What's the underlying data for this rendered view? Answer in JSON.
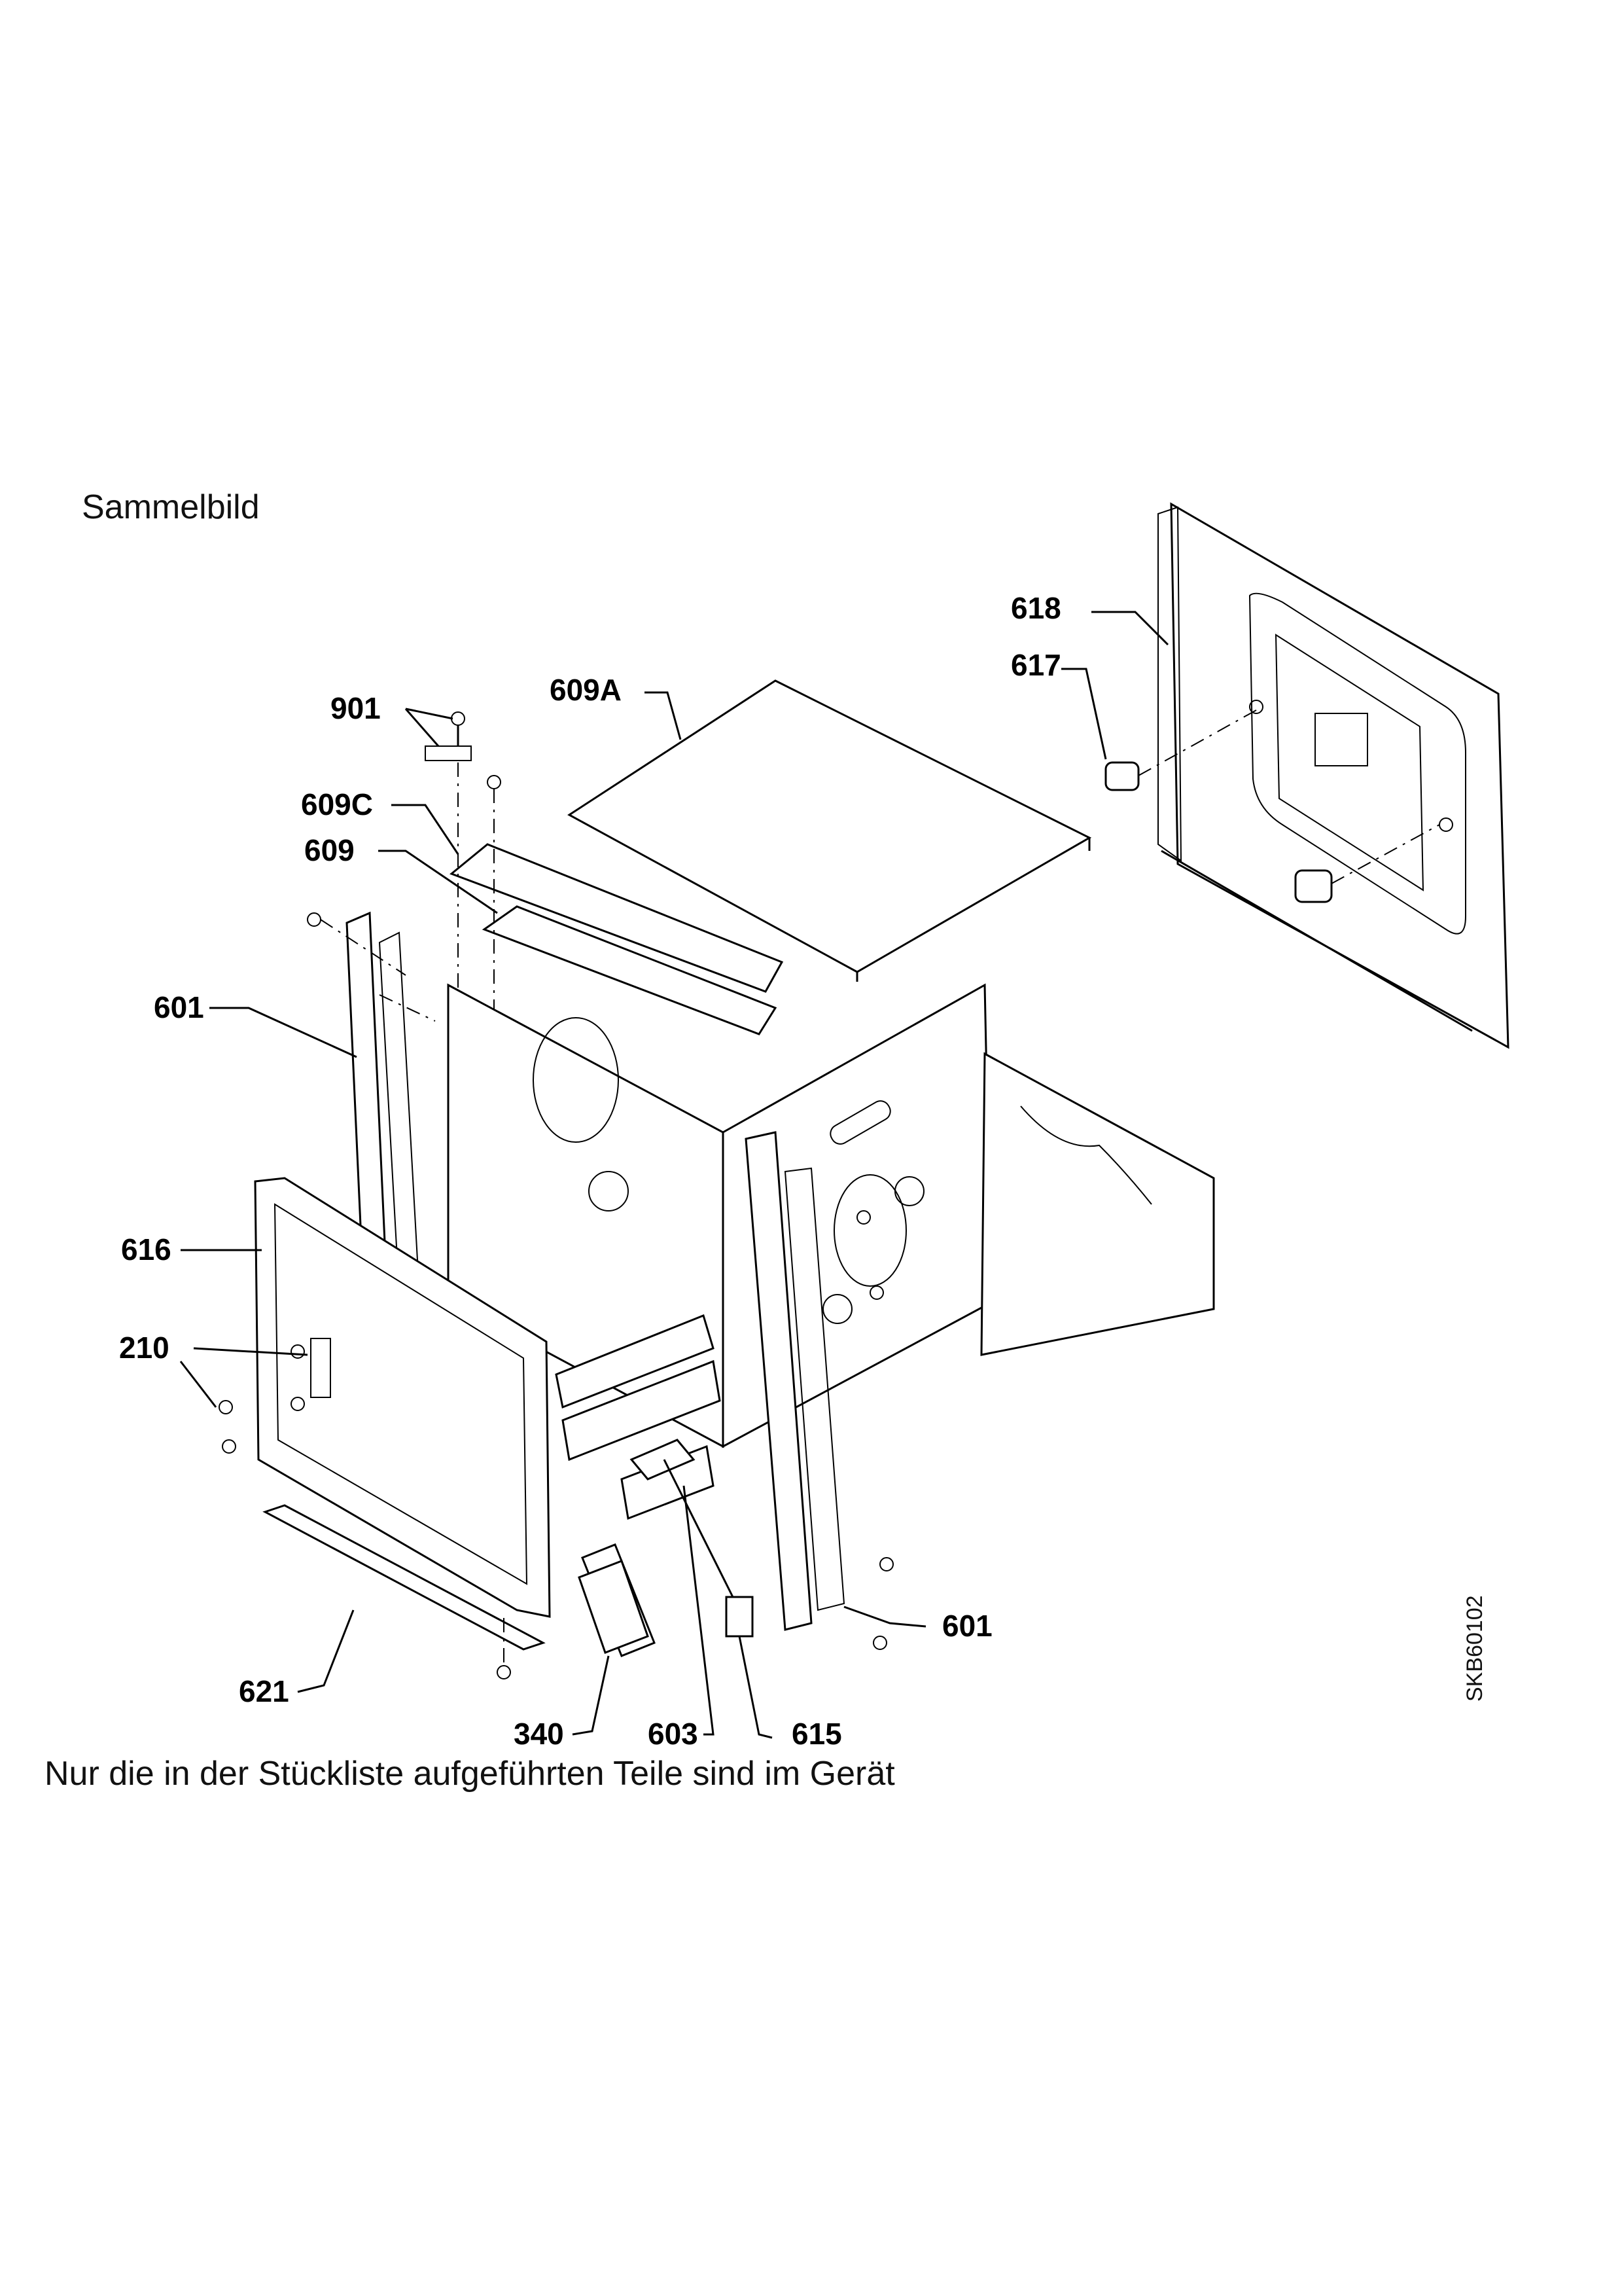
{
  "header": {
    "title": "Sammelbild"
  },
  "footer": {
    "note": "Nur die in der Stückliste aufgeführten Teile sind im Gerät"
  },
  "document": {
    "code": "SKB60102"
  },
  "part_labels": {
    "p618": "618",
    "p617": "617",
    "p901": "901",
    "p609A": "609A",
    "p609C": "609C",
    "p609": "609",
    "p601_left": "601",
    "p616": "616",
    "p210": "210",
    "p621": "621",
    "p601_right": "601",
    "p340": "340",
    "p603": "603",
    "p615": "615"
  }
}
